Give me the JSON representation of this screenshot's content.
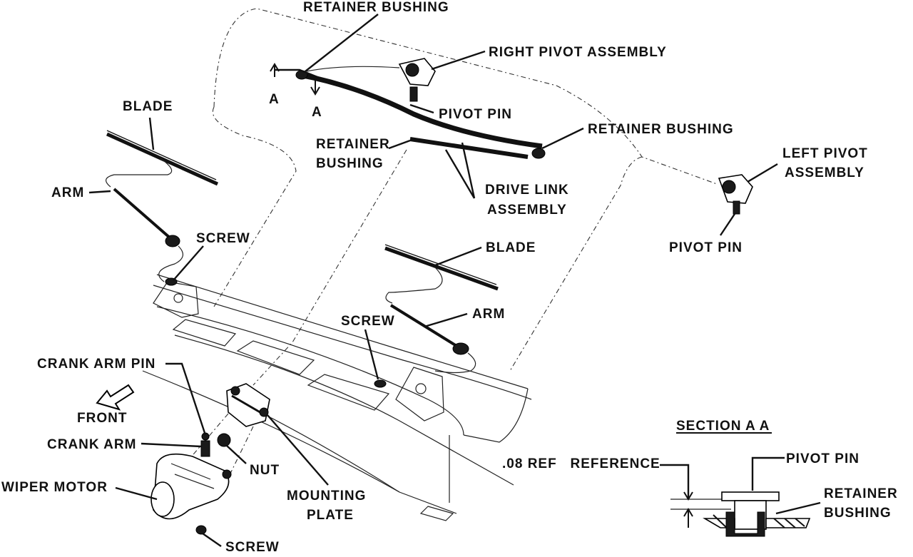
{
  "labels": {
    "retainer_bushing_top": "RETAINER  BUSHING",
    "right_pivot_assembly": "RIGHT PIVOT ASSEMBLY",
    "section_a_left": "A",
    "section_a_right": "A",
    "pivot_pin_upper": "PIVOT PIN",
    "blade_left": "BLADE",
    "retainer_bushing_mid_1": "RETAINER",
    "retainer_bushing_mid_2": "BUSHING",
    "retainer_bushing_right": "RETAINER BUSHING",
    "left_pivot_assembly_1": "LEFT PIVOT",
    "left_pivot_assembly_2": "ASSEMBLY",
    "drive_link_assembly_1": "DRIVE LINK",
    "drive_link_assembly_2": "ASSEMBLY",
    "arm_left": "ARM",
    "pivot_pin_right": "PIVOT PIN",
    "screw_upper": "SCREW",
    "blade_center": "BLADE",
    "arm_center": "ARM",
    "screw_center": "SCREW",
    "crank_arm_pin": "CRANK ARM PIN",
    "front": "FRONT",
    "crank_arm": "CRANK ARM",
    "nut": "NUT",
    "wiper_motor": "WIPER MOTOR",
    "mounting_plate_1": "MOUNTING",
    "mounting_plate_2": "PLATE",
    "screw_lower": "SCREW",
    "section_title": "SECTION A A",
    "ref_label": ".08 REF   REFERENCE",
    "pivot_pin_section": "PIVOT PIN",
    "retainer_bushing_section_1": "RETAINER",
    "retainer_bushing_section_2": "BUSHING"
  },
  "icons": {
    "front_arrow": "hollow-arrow-icon"
  }
}
